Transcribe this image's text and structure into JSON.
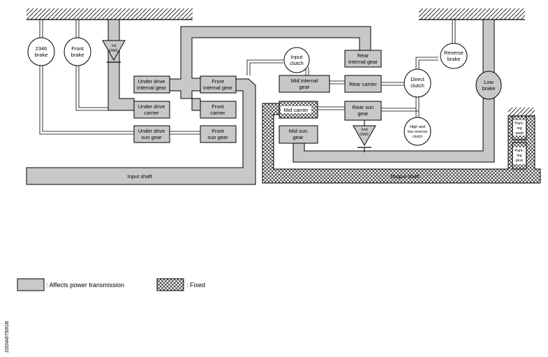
{
  "colors": {
    "shaft": "#c8c8c8",
    "line": "#000000",
    "background": "#ffffff"
  },
  "diagram": {
    "brake_2346": "2346",
    "brake_2346_line2": "brake",
    "front_brake": "Front",
    "front_brake_line2": "brake",
    "owc_1st": "1st",
    "owc_1st_line2": "OWC",
    "underdrive_internal_gear": "Under drive",
    "underdrive_internal_gear_line2": "internal gear",
    "underdrive_carrier": "Under drive",
    "underdrive_carrier_line2": "carrier",
    "underdrive_sun_gear": "Under drive",
    "underdrive_sun_gear_line2": "sun gear",
    "front_internal_gear": "Front",
    "front_internal_gear_line2": "internal gear",
    "front_carrier": "Front",
    "front_carrier_line2": "carrier",
    "front_sun_gear": "Front",
    "front_sun_gear_line2": "sun gear",
    "input_shaft": "Input shaft",
    "input_clutch": "Input",
    "input_clutch_line2": "clutch",
    "mid_internal_gear": "Mid internal",
    "mid_internal_gear_line2": "gear",
    "mid_carrier": "Mid carrier",
    "mid_sun_gear": "Mid sun",
    "mid_sun_gear_line2": "gear",
    "rear_internal_gear": "Rear",
    "rear_internal_gear_line2": "internal gear",
    "rear_carrier": "Rear carrier",
    "rear_sun_gear": "Rear sun",
    "rear_sun_gear_line2": "gear",
    "owc_2nd": "2nd",
    "owc_2nd_line2": "OWC",
    "direct_clutch": "Direct",
    "direct_clutch_line2": "clutch",
    "reverse_brake": "Reverse",
    "reverse_brake_line2": "brake",
    "high_low_reverse_clutch": "High and",
    "high_low_reverse_clutch_line2": "low reverse",
    "high_low_reverse_clutch_line3": "clutch",
    "low_brake": "Low",
    "low_brake_line2": "brake",
    "output_shaft": "Output shaft",
    "parking_pawl": "Park-",
    "parking_pawl_line2": "ing",
    "parking_pawl_line3": "pawl",
    "parking_gear": "Park-",
    "parking_gear_line2": "ing",
    "parking_gear_line3": "gear"
  },
  "legend": {
    "affects_power": ": Affects power transmission",
    "fixed": ": Fixed"
  },
  "figure_code": "JSDIA8750GB"
}
